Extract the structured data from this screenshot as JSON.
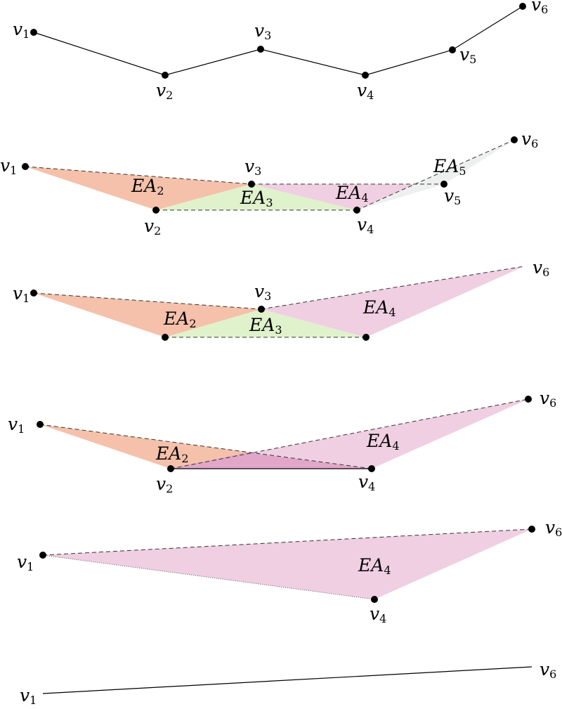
{
  "vertex_labels": {
    "v1": {
      "base": "v",
      "sub": "1"
    },
    "v2": {
      "base": "v",
      "sub": "2"
    },
    "v3": {
      "base": "v",
      "sub": "3"
    },
    "v4": {
      "base": "v",
      "sub": "4"
    },
    "v5": {
      "base": "v",
      "sub": "5"
    },
    "v6": {
      "base": "v",
      "sub": "6"
    }
  },
  "area_labels": {
    "EA2": {
      "base": "EA",
      "sub": "2"
    },
    "EA3": {
      "base": "EA",
      "sub": "3"
    },
    "EA4": {
      "base": "EA",
      "sub": "4"
    },
    "EA5": {
      "base": "EA",
      "sub": "5"
    }
  },
  "colors": {
    "EA2": "#f5c1ab",
    "EA3": "#dff2cc",
    "EA4": "#f0cfe2",
    "EA5": "#eef0f0",
    "overlap": "#e2a7c8",
    "line": "#000000"
  }
}
